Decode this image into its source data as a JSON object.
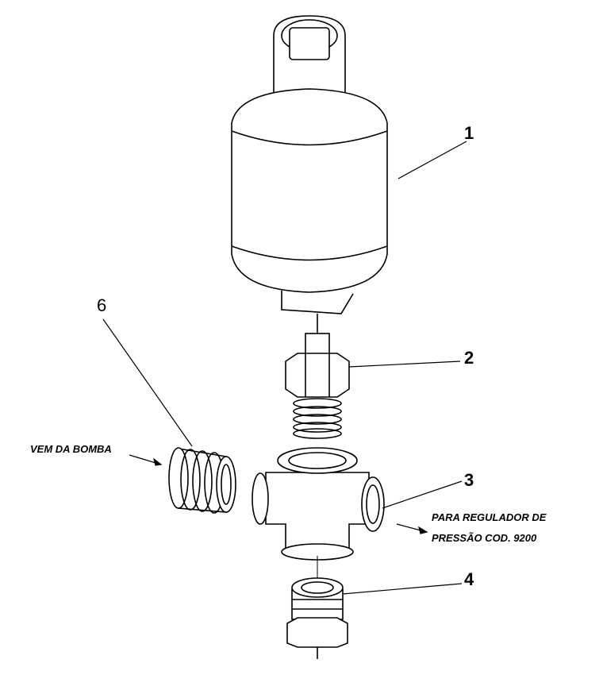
{
  "parts": [
    {
      "id": "1",
      "name": "accumulator-tank"
    },
    {
      "id": "2",
      "name": "hex-nipple"
    },
    {
      "id": "3",
      "name": "cross-fitting"
    },
    {
      "id": "4",
      "name": "bottom-hex-nipple"
    },
    {
      "id": "6",
      "name": "threaded-bushing"
    }
  ],
  "labels": {
    "part1": "1",
    "part2": "2",
    "part3": "3",
    "part4": "4",
    "part6": "6",
    "inlet": "VEM DA BOMBA",
    "outlet_line1": "PARA REGULADOR DE",
    "outlet_line2": "PRESSÃO COD. 9200"
  }
}
